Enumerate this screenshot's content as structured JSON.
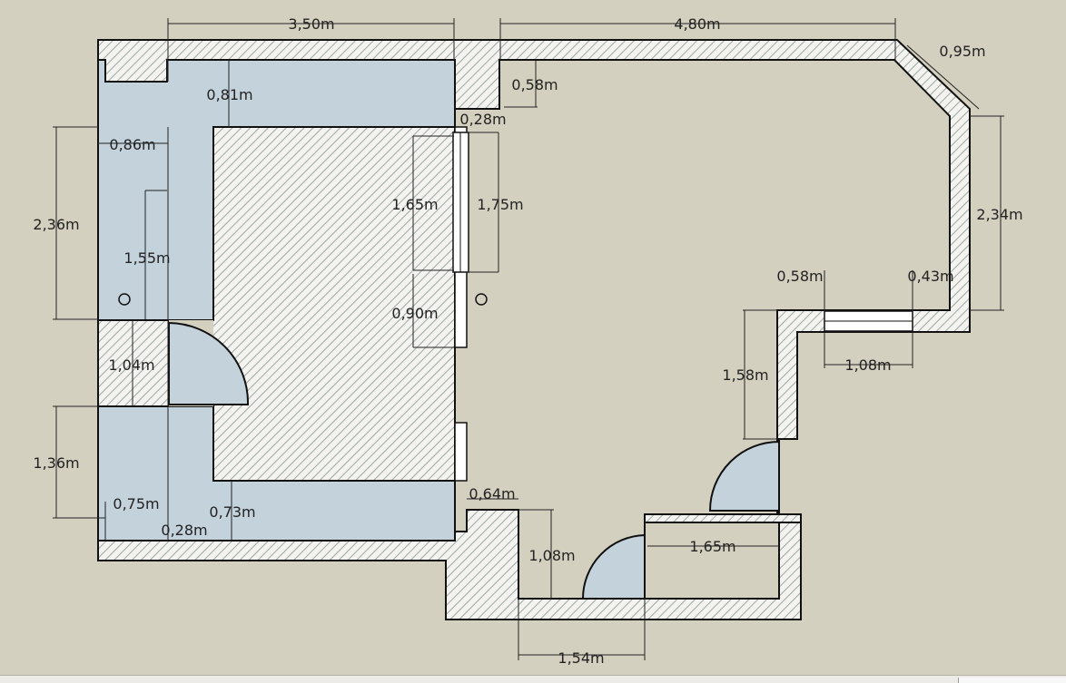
{
  "dimensions": {
    "top_left_width": "3,50m",
    "top_right_width": "4,80m",
    "corner_diagonal": "0,95m",
    "top_step": "0,58m",
    "wall_stub": "0,28m",
    "left_room_depth": "0,81m",
    "left_room_inner": "0,86m",
    "left_height": "2,36m",
    "left_inner_height": "1,55m",
    "partition_length": "1,65m",
    "window_height": "1,75m",
    "partition_gap": "0,90m",
    "right_height": "2,34m",
    "right_step": "0,58m",
    "right_wall_piece": "0,43m",
    "right_window": "1,08m",
    "right_step_height": "1,58m",
    "door_opening": "1,04m",
    "lower_left_height": "1,36m",
    "lower_left_width": "0,75m",
    "lower_left_stub": "0,28m",
    "lower_room_depth": "0,73m",
    "notch": "0,64m",
    "bottom_notch_height": "1,08m",
    "bottom_room_width": "1,65m",
    "bottom_width": "1,54m"
  },
  "colors": {
    "background": "#d4d0c0",
    "room_fill": "#c4d2dc",
    "wall_hatch": "#9aa8a4",
    "line": "#111111"
  }
}
